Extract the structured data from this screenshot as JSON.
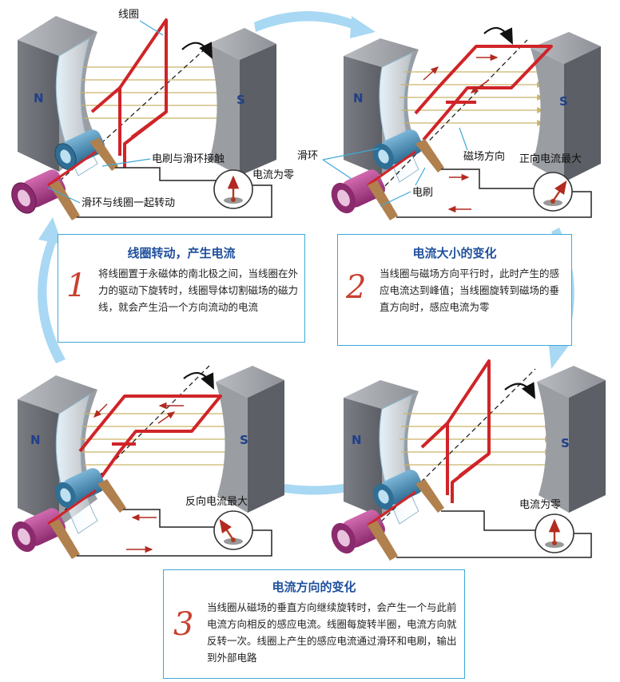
{
  "colors": {
    "coil": "#d02428",
    "field": "#c9b46a",
    "magnet": "#6b6e74",
    "cycle_arrow": "#9fd3f0",
    "slip_ring_blue": "#4a8db5",
    "slip_ring_magenta": "#b43a8f",
    "brush": "#b0814e",
    "title_blue": "#1f4f9c",
    "number_red": "#c8412f",
    "box_border": "#3fa9d9"
  },
  "poles": {
    "north": "N",
    "south": "S"
  },
  "panel1": {
    "coil_label": "线圈",
    "brush_contact_label": "电刷与滑环接触",
    "current_label": "电流为零",
    "slip_ring_label": "滑环与线圈一起转动"
  },
  "panel2": {
    "slip_ring_label": "滑环",
    "field_label": "磁场方向",
    "brush_label": "电刷",
    "current_label": "正向电流最大"
  },
  "panel3": {
    "current_label": "反向电流最大"
  },
  "panel4": {
    "current_label": "电流为零"
  },
  "box1": {
    "number": "1",
    "title": "线圈转动，产生电流",
    "body": "将线圈置于永磁体的南北极之间，当线圈在外力的驱动下旋转时，线圈导体切割磁场的磁力线，就会产生沿一个方向流动的电流"
  },
  "box2": {
    "number": "2",
    "title": "电流大小的变化",
    "body": "当线圈与磁场方向平行时，此时产生的感应电流达到峰值；当线圈旋转到磁场的垂直方向时，感应电流为零"
  },
  "box3": {
    "number": "3",
    "title": "电流方向的变化",
    "body": "当线圈从磁场的垂直方向继续旋转时，会产生一个与此前电流方向相反的感应电流。线圈每旋转半圈，电流方向就反转一次。线圈上产生的感应电流通过滑环和电刷，输出到外部电路"
  },
  "meters": [
    {
      "panel": 1,
      "needle_state": "zero"
    },
    {
      "panel": 2,
      "needle_state": "positive-max"
    },
    {
      "panel": 3,
      "needle_state": "negative-max"
    },
    {
      "panel": 4,
      "needle_state": "zero"
    }
  ]
}
